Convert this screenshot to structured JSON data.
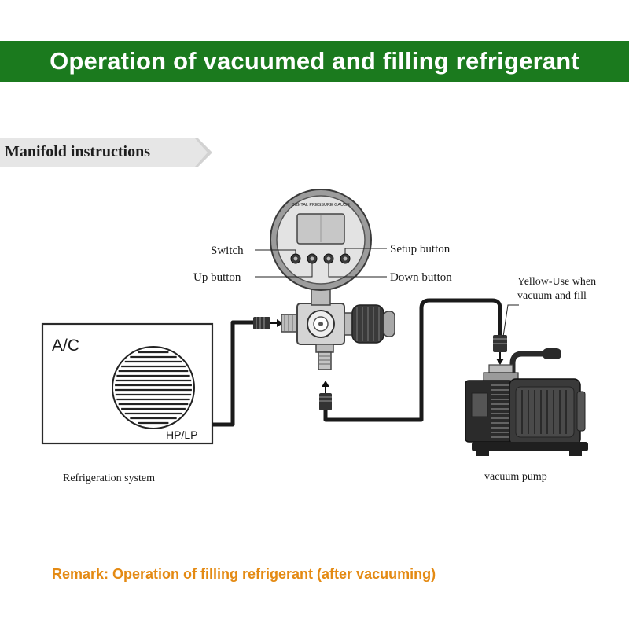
{
  "header": {
    "title": "Operation of vacuumed and filling refrigerant",
    "color": "#1b7a1e"
  },
  "section": {
    "title": "Manifold instructions"
  },
  "gauge": {
    "labels": {
      "switch": "Switch",
      "setup_button": "Setup button",
      "up_button": "Up button",
      "down_button": "Down button"
    },
    "face_text": "DIGITAL PRESSURE GAUGE"
  },
  "ac_unit": {
    "title": "A/C",
    "port_label": "HP/LP",
    "caption": "Refrigeration system"
  },
  "hose": {
    "note_line1": "Yellow-Use when",
    "note_line2": "vacuum and fill"
  },
  "pump": {
    "caption": "vacuum pump"
  },
  "remark": {
    "text": "Remark: Operation of filling refrigerant (after vacuuming)",
    "color": "#e48a13"
  }
}
